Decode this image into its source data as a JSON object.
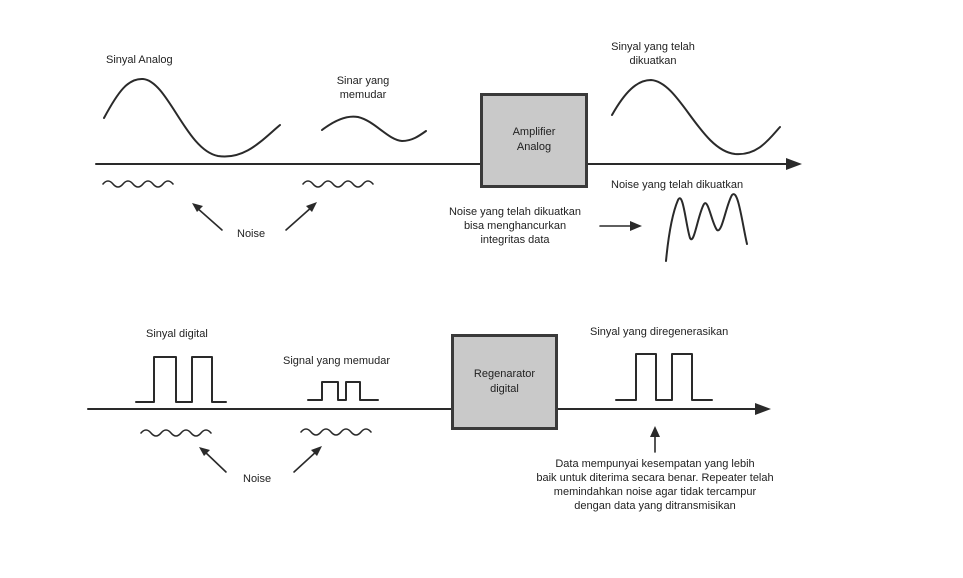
{
  "analog": {
    "sinyal_analog": "Sinyal Analog",
    "sinyal_memudar_line1": "Sinar yang",
    "sinyal_memudar_line2": "memudar",
    "amplifier_line1": "Amplifier",
    "amplifier_line2": "Analog",
    "dikuatkan_line1": "Sinyal yang telah",
    "dikuatkan_line2": "dikuatkan",
    "noise_dikuatkan": "Noise yang telah dikuatkan",
    "noise": "Noise",
    "note_line1": "Noise yang telah dikuatkan",
    "note_line2": "bisa menghancurkan",
    "note_line3": "integritas data"
  },
  "digital": {
    "sinyal_digital": "Sinyal digital",
    "signal_memudar": "Signal yang memudar",
    "regenerator_line1": "Regenarator",
    "regenerator_line2": "digital",
    "diregenerasikan": "Sinyal yang diregenerasikan",
    "noise": "Noise",
    "note_line1": "Data mempunyai kesempatan yang lebih",
    "note_line2": "baik untuk diterima secara benar.  Repeater telah",
    "note_line3": "memindahkan noise agar tidak tercampur",
    "note_line4": "dengan data yang ditransmisikan"
  },
  "colors": {
    "line": "#2a2a2a",
    "box_fill": "#c9c9c9",
    "box_border": "#3a3a3a",
    "background": "#ffffff"
  }
}
